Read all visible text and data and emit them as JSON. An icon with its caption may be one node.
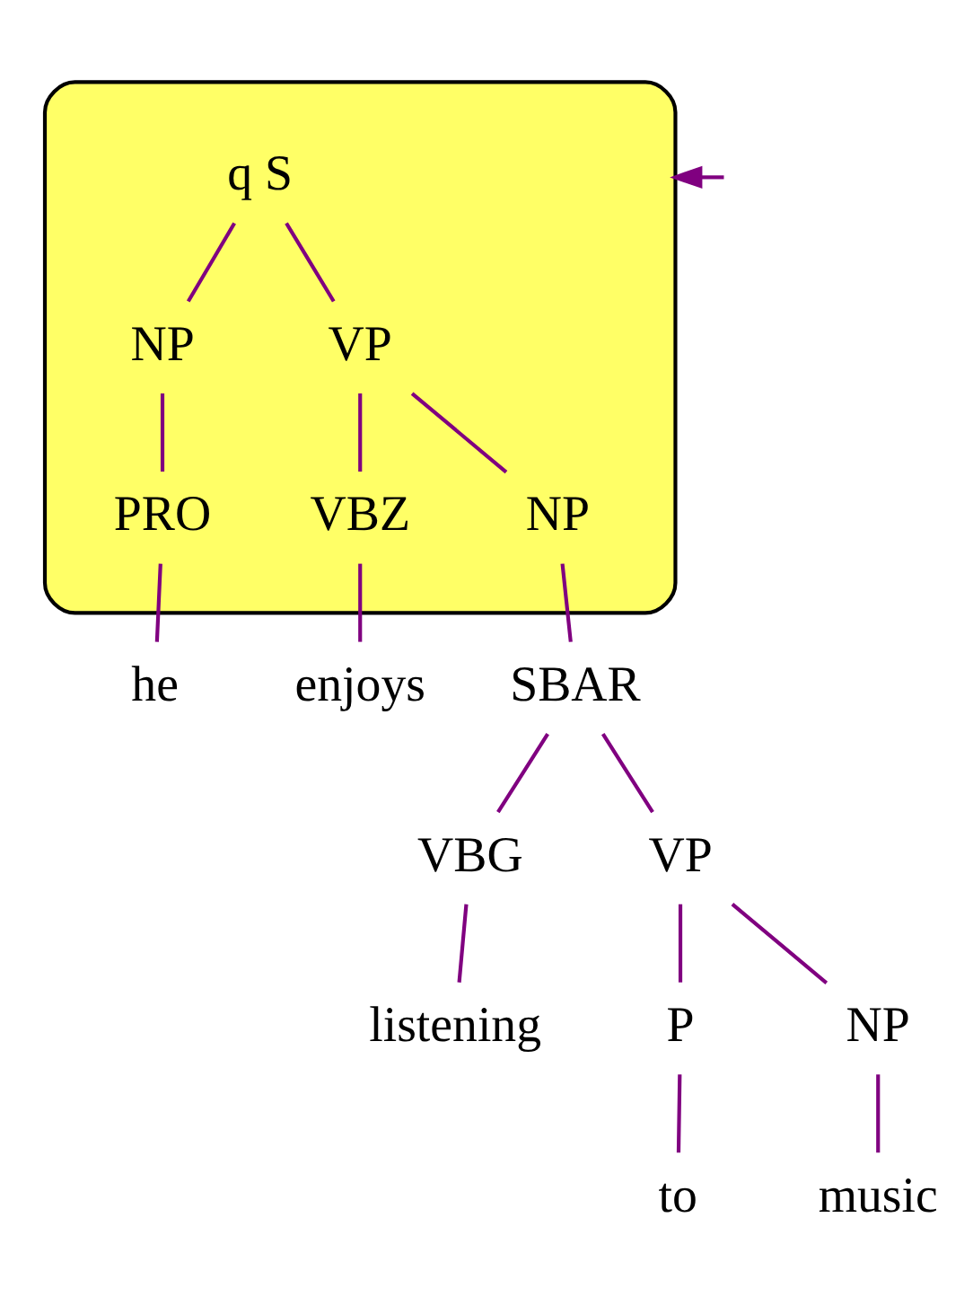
{
  "diagram": {
    "nodes": [
      {
        "text": [],
        "shape": "ellipse"
      },
      {
        "text": [
          "q S"
        ],
        "in": 0
      },
      {
        "text": [
          "NP"
        ],
        "in": 0
      },
      {
        "text": [
          "VP"
        ],
        "in": 0
      },
      {
        "text": [
          "PRO"
        ],
        "in": 0
      },
      {
        "text": [
          "VBZ"
        ],
        "in": 0
      },
      {
        "text": [
          "NP"
        ],
        "in": 0
      },
      {
        "text": [
          "he"
        ]
      },
      {
        "text": [
          "enjoys"
        ]
      },
      {
        "text": [
          "SBAR"
        ]
      },
      {
        "text": [
          "VBG"
        ]
      },
      {
        "text": [
          "VP"
        ]
      },
      {
        "text": [
          "listening"
        ]
      },
      {
        "text": [
          "P"
        ]
      },
      {
        "text": [
          "NP"
        ]
      },
      {
        "text": [
          "to"
        ]
      },
      {
        "text": [
          "music"
        ]
      }
    ],
    "edges": [
      {
        "from": null,
        "to": 0,
        "arrow": "to"
      },
      {
        "from": 1,
        "to": 2,
        "arrow": "none"
      },
      {
        "from": 1,
        "to": 3,
        "arrow": "none"
      },
      {
        "from": 2,
        "to": 4,
        "arrow": "none"
      },
      {
        "from": 3,
        "to": 5,
        "arrow": "none"
      },
      {
        "from": 3,
        "to": 6,
        "arrow": "none"
      },
      {
        "from": 4,
        "to": 7,
        "arrow": "none"
      },
      {
        "from": 5,
        "to": 8,
        "arrow": "none"
      },
      {
        "from": 6,
        "to": 9,
        "arrow": "none"
      },
      {
        "from": 9,
        "to": 10,
        "arrow": "none"
      },
      {
        "from": 9,
        "to": 11,
        "arrow": "none"
      },
      {
        "from": 10,
        "to": 12,
        "arrow": "none"
      },
      {
        "from": 11,
        "to": 13,
        "arrow": "none"
      },
      {
        "from": 11,
        "to": 14,
        "arrow": "none"
      },
      {
        "from": 13,
        "to": 15,
        "arrow": "none"
      },
      {
        "from": 14,
        "to": 16,
        "arrow": "none"
      }
    ]
  }
}
